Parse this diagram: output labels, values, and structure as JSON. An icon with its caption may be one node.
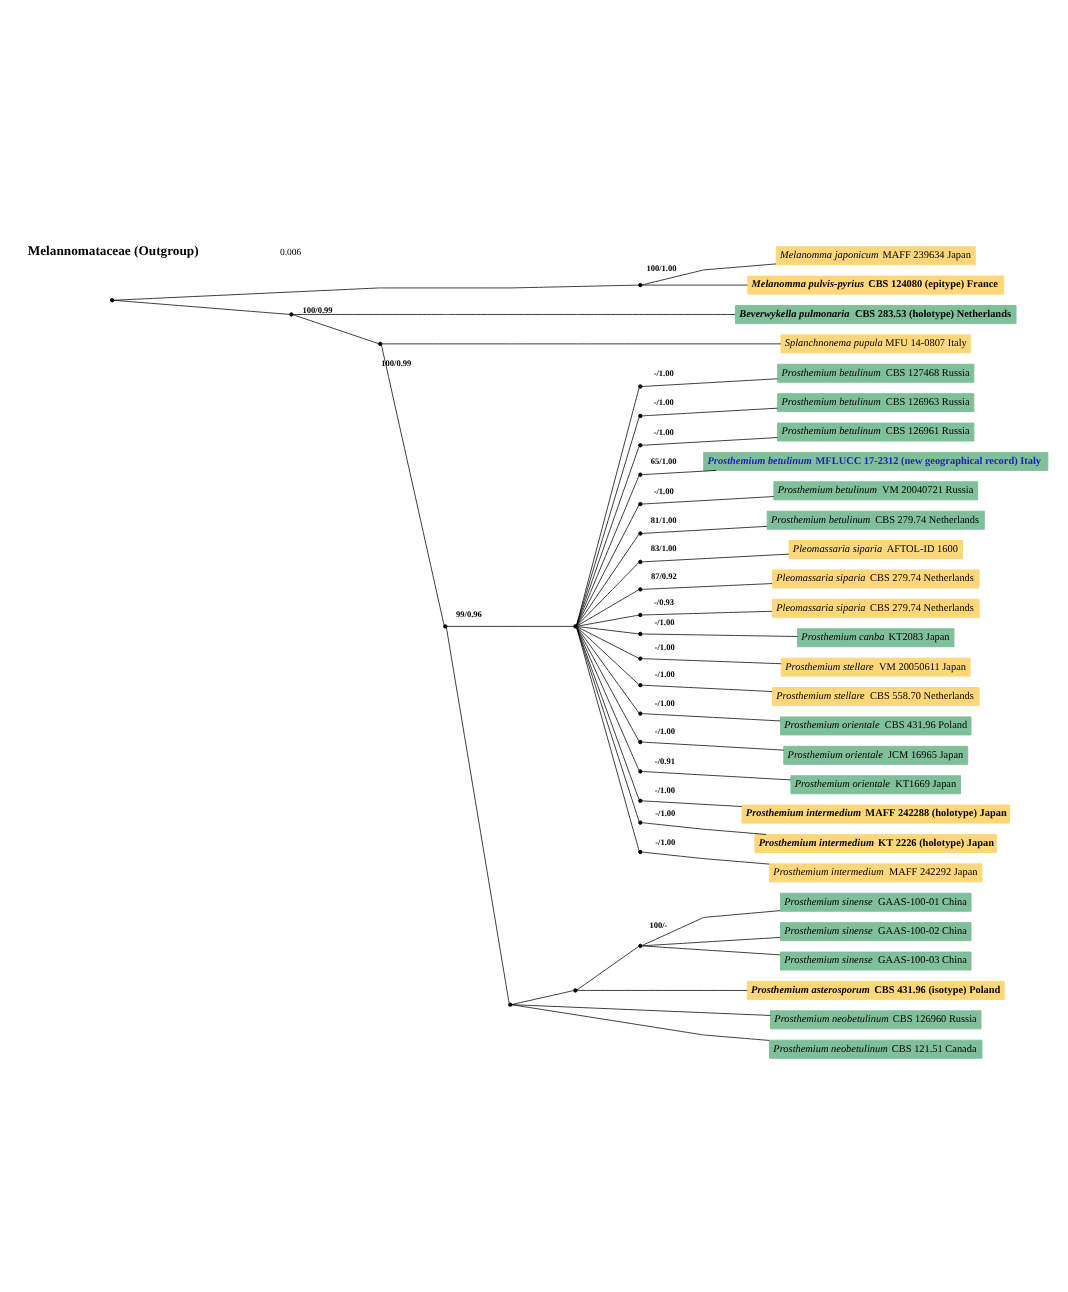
{
  "diagram": {
    "nodes": [
      {
        "text": [],
        "shape": "dot"
      },
      {
        "text": [],
        "shape": "dot",
        "beside": [
          "100/1.00"
        ]
      },
      {
        "text": [
          "*Melanomma japonicum* MAFF 239634 Japan"
        ]
      },
      {
        "text": [
          "*Melanomma pulvis-pyrius* CBS 124080 (epitype) France"
        ]
      },
      {
        "text": [],
        "shape": "dot",
        "beside": [
          "100/0.99"
        ]
      },
      {
        "text": [
          "*Beverwykella pulmonaria* CBS 283.53 (holotype) Netherlands"
        ]
      },
      {
        "text": [],
        "shape": "dot",
        "beside": [
          "100/0.99"
        ]
      },
      {
        "text": [
          "*Splanchnonema pupula* MFU 14-0807 Italy"
        ]
      },
      {
        "text": [],
        "shape": "dot",
        "beside": [
          "99/0.96"
        ]
      },
      {
        "text": [],
        "shape": "dot"
      },
      {
        "text": [],
        "shape": "dot",
        "beside": [
          "-/1.00"
        ]
      },
      {
        "text": [
          "*Prosthemium betulinum* CBS 127468 Russia"
        ]
      },
      {
        "text": [],
        "shape": "dot",
        "beside": [
          "-/1.00"
        ]
      },
      {
        "text": [
          "*Prosthemium betulinum* CBS 126963 Russia"
        ]
      },
      {
        "text": [],
        "shape": "dot",
        "beside": [
          "-/1.00"
        ]
      },
      {
        "text": [
          "*Prosthemium betulinum* CBS 126961 Russia"
        ]
      },
      {
        "text": [],
        "shape": "dot",
        "beside": [
          "65/1.00"
        ]
      },
      {
        "text": [
          "*Prosthemium betulinum* MFLUCC 17-2312 (new geographical record) Italy"
        ]
      },
      {
        "text": [],
        "shape": "dot",
        "beside": [
          "-/1.00"
        ]
      },
      {
        "text": [
          "*Prosthemium betulinum* VM 20040721 Russia"
        ]
      },
      {
        "text": [],
        "shape": "dot",
        "beside": [
          "81/1.00"
        ]
      },
      {
        "text": [
          "*Prosthemium betulinum* CBS 279.74 Netherlands"
        ]
      },
      {
        "text": [],
        "shape": "dot",
        "beside": [
          "83/1.00"
        ]
      },
      {
        "text": [
          "*Pleomassaria siparia* AFTOL-ID 1600"
        ]
      },
      {
        "text": [],
        "shape": "dot",
        "beside": [
          "87/0.92"
        ]
      },
      {
        "text": [
          "*Pleomassaria siparia* CBS 279.74 Netherlands"
        ]
      },
      {
        "text": [],
        "shape": "dot",
        "beside": [
          "-/0.93"
        ]
      },
      {
        "text": [
          "*Pleomassaria siparia* CBS 279.74 Netherlands"
        ]
      },
      {
        "text": [],
        "shape": "dot",
        "beside": [
          "-/1.00"
        ]
      },
      {
        "text": [
          "*Prosthemium canba* KT2083 Japan"
        ]
      },
      {
        "text": [],
        "shape": "dot",
        "beside": [
          "-/1.00"
        ]
      },
      {
        "text": [
          "*Prosthemium stellare* VM 20050611 Japan"
        ]
      },
      {
        "text": [],
        "shape": "dot",
        "beside": [
          "-/1.00"
        ]
      },
      {
        "text": [
          "*Prosthemium stellare* CBS 558.70 Netherlands"
        ]
      },
      {
        "text": [],
        "shape": "dot",
        "beside": [
          "-/1.00"
        ]
      },
      {
        "text": [
          "*Prosthemium orientale* CBS 431.96 Poland"
        ]
      },
      {
        "text": [],
        "shape": "dot",
        "beside": [
          "-/1.00"
        ]
      },
      {
        "text": [
          "*Prosthemium orientale* JCM 16965 Japan"
        ]
      },
      {
        "text": [],
        "shape": "dot",
        "beside": [
          "-/0.91"
        ]
      },
      {
        "text": [
          "*Prosthemium orientale* KT1669 Japan"
        ]
      },
      {
        "text": [],
        "shape": "dot",
        "beside": [
          "-/1.00"
        ]
      },
      {
        "text": [
          "*Prosthemium intermedium* MAFF 242288 (holotype) Japan"
        ]
      },
      {
        "text": [],
        "shape": "dot",
        "beside": [
          "-/1.00"
        ]
      },
      {
        "text": [
          "*Prosthemium intermedium* KT 2226 (holotype) Japan"
        ]
      },
      {
        "text": [],
        "shape": "dot",
        "beside": [
          "-/1.00"
        ]
      },
      {
        "text": [
          "*Prosthemium intermedium* MAFF 242292 Japan"
        ]
      },
      {
        "text": [],
        "shape": "dot"
      },
      {
        "text": [],
        "shape": "dot"
      },
      {
        "text": [],
        "shape": "dot",
        "beside": [
          "100/-"
        ]
      },
      {
        "text": [
          "*Prosthemium sinense* GAAS-100-01 China"
        ]
      },
      {
        "text": [
          "*Prosthemium sinense* GAAS-100-02 China"
        ]
      },
      {
        "text": [
          "*Prosthemium sinense* GAAS-100-03 China"
        ]
      },
      {
        "text": [
          "*Prosthemium asterosporum* CBS 431.96 (isotype) Poland"
        ]
      },
      {
        "text": [
          "*Prosthemium neobetulinum* CBS 126960 Russia"
        ]
      },
      {
        "text": [
          "*Prosthemium neobetulinum* CBS 121.51 Canada"
        ]
      }
    ],
    "edges": [
      {
        "from": 0,
        "to": 4,
        "arrow": "none"
      },
      {
        "from": 0,
        "to": 1,
        "arrow": "none"
      },
      {
        "from": 1,
        "to": 2,
        "arrow": "none"
      },
      {
        "from": 1,
        "to": 3,
        "arrow": "none"
      },
      {
        "from": 4,
        "to": 6,
        "arrow": "none"
      },
      {
        "from": 4,
        "to": 5,
        "arrow": "none"
      },
      {
        "from": 6,
        "to": 8,
        "arrow": "none"
      },
      {
        "from": 6,
        "to": 7,
        "arrow": "none"
      },
      {
        "from": 8,
        "to": 9,
        "arrow": "none"
      },
      {
        "from": 8,
        "to": 46,
        "arrow": "none"
      },
      {
        "from": 9,
        "to": 10,
        "arrow": "none"
      },
      {
        "from": 10,
        "to": 11,
        "arrow": "none"
      },
      {
        "from": 9,
        "to": 12,
        "arrow": "none"
      },
      {
        "from": 12,
        "to": 13,
        "arrow": "none"
      },
      {
        "from": 9,
        "to": 14,
        "arrow": "none"
      },
      {
        "from": 14,
        "to": 15,
        "arrow": "none"
      },
      {
        "from": 9,
        "to": 16,
        "arrow": "none"
      },
      {
        "from": 16,
        "to": 17,
        "arrow": "none"
      },
      {
        "from": 9,
        "to": 18,
        "arrow": "none"
      },
      {
        "from": 18,
        "to": 19,
        "arrow": "none"
      },
      {
        "from": 9,
        "to": 20,
        "arrow": "none"
      },
      {
        "from": 20,
        "to": 21,
        "arrow": "none"
      },
      {
        "from": 9,
        "to": 22,
        "arrow": "none"
      },
      {
        "from": 22,
        "to": 23,
        "arrow": "none"
      },
      {
        "from": 9,
        "to": 24,
        "arrow": "none"
      },
      {
        "from": 24,
        "to": 25,
        "arrow": "none"
      },
      {
        "from": 9,
        "to": 26,
        "arrow": "none"
      },
      {
        "from": 26,
        "to": 27,
        "arrow": "none"
      },
      {
        "from": 9,
        "to": 28,
        "arrow": "none"
      },
      {
        "from": 28,
        "to": 29,
        "arrow": "none"
      },
      {
        "from": 9,
        "to": 30,
        "arrow": "none"
      },
      {
        "from": 30,
        "to": 31,
        "arrow": "none"
      },
      {
        "from": 9,
        "to": 32,
        "arrow": "none"
      },
      {
        "from": 32,
        "to": 33,
        "arrow": "none"
      },
      {
        "from": 9,
        "to": 34,
        "arrow": "none"
      },
      {
        "from": 34,
        "to": 35,
        "arrow": "none"
      },
      {
        "from": 9,
        "to": 36,
        "arrow": "none"
      },
      {
        "from": 36,
        "to": 37,
        "arrow": "none"
      },
      {
        "from": 9,
        "to": 38,
        "arrow": "none"
      },
      {
        "from": 38,
        "to": 39,
        "arrow": "none"
      },
      {
        "from": 9,
        "to": 40,
        "arrow": "none"
      },
      {
        "from": 40,
        "to": 41,
        "arrow": "none"
      },
      {
        "from": 9,
        "to": 42,
        "arrow": "none"
      },
      {
        "from": 42,
        "to": 43,
        "arrow": "none"
      },
      {
        "from": 9,
        "to": 44,
        "arrow": "none"
      },
      {
        "from": 44,
        "to": 45,
        "arrow": "none"
      },
      {
        "from": 46,
        "to": 47,
        "arrow": "none"
      },
      {
        "from": 47,
        "to": 48,
        "arrow": "none"
      },
      {
        "from": 48,
        "to": 49,
        "arrow": "none"
      },
      {
        "from": 48,
        "to": 50,
        "arrow": "none"
      },
      {
        "from": 48,
        "to": 51,
        "arrow": "none"
      },
      {
        "from": 47,
        "to": 52,
        "arrow": "none"
      },
      {
        "from": 46,
        "to": 53,
        "arrow": "none"
      },
      {
        "from": 46,
        "to": 54,
        "arrow": "none"
      }
    ],
    "labels": [
      "Melannomataceae (Outgroup)",
      "0.006"
    ]
  }
}
